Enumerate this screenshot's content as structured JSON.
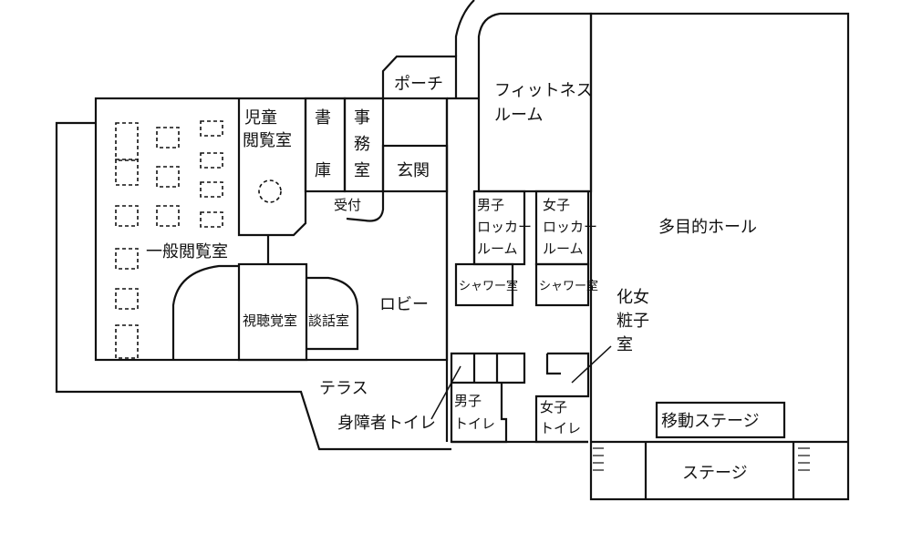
{
  "title": "Floor plan",
  "rooms": {
    "porch": "ポーチ",
    "fitness_1": "フィットネス",
    "fitness_2": "ルーム",
    "children_1": "児童",
    "children_2": "閲覧室",
    "stack_1": "書",
    "stack_2": "庫",
    "office_1": "事",
    "office_2": "務",
    "office_3": "室",
    "entrance": "玄関",
    "reception": "受付",
    "general_reading": "一般閲覧室",
    "av_room": "視聴覚室",
    "talk_room": "談話室",
    "lobby": "ロビー",
    "male_locker_1": "男子",
    "male_locker_2": "ロッカー",
    "male_locker_3": "ルーム",
    "female_locker_1": "女子",
    "female_locker_2": "ロッカー",
    "female_locker_3": "ルーム",
    "shower_male": "シャワー室",
    "shower_female": "シャワー室",
    "multipurpose_hall": "多目的ホール",
    "powder_1": "化女",
    "powder_2": "粧子",
    "powder_3": "室",
    "terrace": "テラス",
    "accessible_toilet": "身障者トイレ",
    "male_toilet_1": "男子",
    "male_toilet_2": "トイレ",
    "female_toilet_1": "女子",
    "female_toilet_2": "トイレ",
    "mobile_stage": "移動ステージ",
    "stage": "ステージ"
  }
}
